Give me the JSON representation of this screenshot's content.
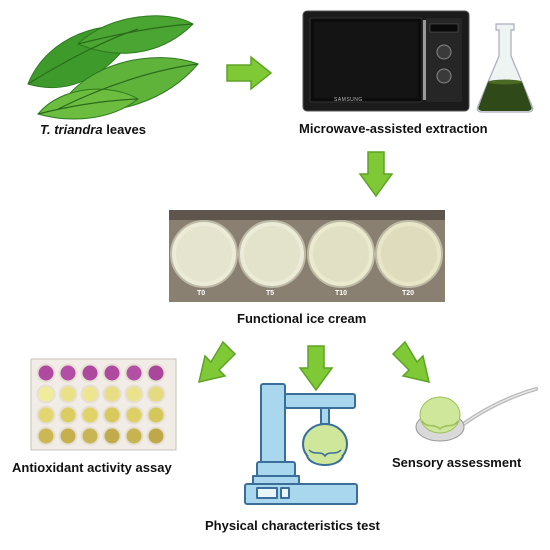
{
  "labels": {
    "leaves_species": "T. triandra",
    "leaves_suffix": " leaves",
    "extraction": "Microwave-assisted extraction",
    "ice_cream": "Functional ice cream",
    "antioxidant": "Antioxidant activity assay",
    "physical": "Physical characteristics test",
    "sensory": "Sensory assessment"
  },
  "microwave_brand": "SAMSUNG",
  "samples": [
    "T0",
    "T5",
    "T10",
    "T20"
  ],
  "colors": {
    "arrow": "#7ec935",
    "arrow_stroke": "#5fa326",
    "leaf": "#3f9a2c",
    "extract": "#2f4a18",
    "ice_cream_green": "#cfe79a",
    "machine_blue": "#a9d8ee",
    "machine_outline": "#3b6f9a",
    "plate_well_purple": "#b04aa0",
    "plate_well_yellow": "#e2d36a"
  },
  "icons": {
    "leaves": "tea-leaves-icon",
    "microwave": "microwave-icon",
    "flask": "erlenmeyer-flask-icon",
    "plate": "microplate-icon",
    "machine": "texture-analyzer-icon",
    "spoon": "ice-cream-spoon-icon"
  }
}
